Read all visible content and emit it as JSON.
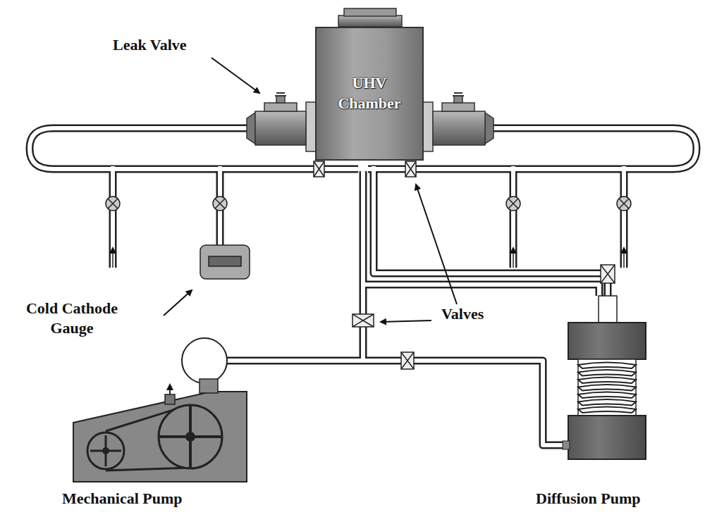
{
  "diagram": {
    "nodes": [
      {
        "text": [
          "UHV Chamber"
        ]
      }
    ],
    "labels": [
      "Leak Valve",
      "Cold Cathode Gauge",
      "Valves",
      "Mechanical Pump",
      "Diffusion Pump"
    ]
  }
}
